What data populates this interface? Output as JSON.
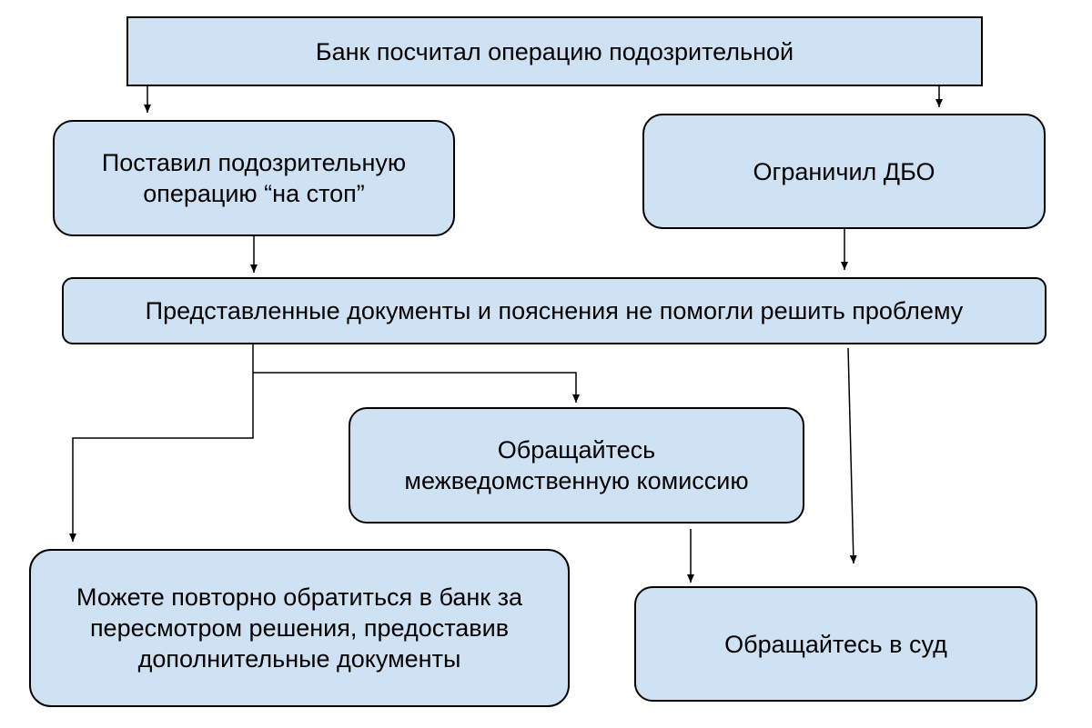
{
  "diagram": {
    "nodes": [
      {
        "id": "n1",
        "label": "Банк посчитал операцию подозрительной"
      },
      {
        "id": "n2",
        "label": "Поставил подозрительную\nоперацию “на стоп”"
      },
      {
        "id": "n3",
        "label": "Ограничил ДБО"
      },
      {
        "id": "n4",
        "label": "Представленные документы и пояснения не помогли решить проблему"
      },
      {
        "id": "n5",
        "label": "Обращайтесь\nмежведомственную комиссию"
      },
      {
        "id": "n6",
        "label": "Можете повторно обратиться в банк за\nпересмотром решения, предоставив\nдополнительные документы"
      },
      {
        "id": "n7",
        "label": "Обращайтесь в суд"
      }
    ],
    "edges": [
      {
        "from": "n1",
        "to": "n2"
      },
      {
        "from": "n1",
        "to": "n3"
      },
      {
        "from": "n2",
        "to": "n4"
      },
      {
        "from": "n3",
        "to": "n4"
      },
      {
        "from": "n4",
        "to": "n5"
      },
      {
        "from": "n4",
        "to": "n6"
      },
      {
        "from": "n4",
        "to": "n7"
      },
      {
        "from": "n5",
        "to": "n7"
      }
    ],
    "colors": {
      "node_fill": "#cfe2f3",
      "stroke": "#000000"
    }
  }
}
